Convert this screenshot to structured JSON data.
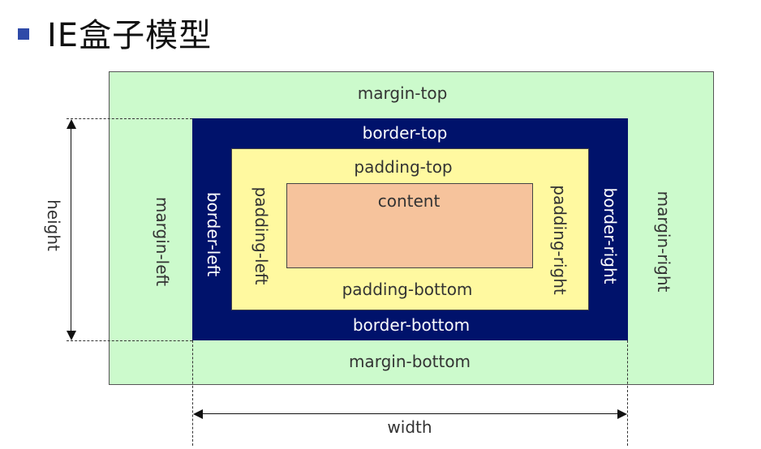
{
  "title": "IE盒子模型",
  "colors": {
    "margin": "#ccfacc",
    "border": "#00126b",
    "padding": "#fff9a0",
    "content": "#f6c39c",
    "bullet": "#2e4aa8"
  },
  "labels": {
    "margin_top": "margin-top",
    "margin_left": "margin-left",
    "margin_right": "margin-right",
    "margin_bottom": "margin-bottom",
    "border_top": "border-top",
    "border_left": "border-left",
    "border_right": "border-right",
    "border_bottom": "border-bottom",
    "padding_top": "padding-top",
    "padding_left": "padding-left",
    "padding_right": "padding-right",
    "padding_bottom": "padding-bottom",
    "content": "content",
    "height": "height",
    "width": "width"
  }
}
